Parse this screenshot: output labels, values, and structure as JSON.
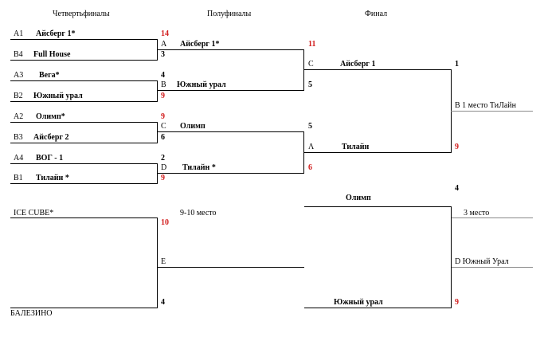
{
  "headers": {
    "quarterfinals": "Четвертьфиналы",
    "semifinals": "Полуфиналы",
    "final": "Финал"
  },
  "quarterfinals": [
    {
      "seed": "A1",
      "team": "Айсберг 1*",
      "score": "14",
      "winner": true
    },
    {
      "seed": "B4",
      "team": "Full House",
      "score": "3",
      "winner": false
    },
    {
      "seed": "A3",
      "team": "Вега*",
      "score": "4",
      "winner": false
    },
    {
      "seed": "B2",
      "team": "Южный урал",
      "score": "9",
      "winner": true
    },
    {
      "seed": "A2",
      "team": "Олимп*",
      "score": "9",
      "winner": true
    },
    {
      "seed": "B3",
      "team": "Айсберг 2",
      "score": "6",
      "winner": false
    },
    {
      "seed": "A4",
      "team": "ВОГ - 1",
      "score": "2",
      "winner": false
    },
    {
      "seed": "B1",
      "team": "Тилайн *",
      "score": "9",
      "winner": true
    }
  ],
  "semifinals": [
    {
      "slot": "A",
      "team": "Айсберг 1*",
      "score": "11",
      "winner": true
    },
    {
      "slot": "B",
      "team": "Южный урал",
      "score": "5",
      "winner": false
    },
    {
      "slot": "C",
      "team": "Олимп",
      "score": "5",
      "winner": false
    },
    {
      "slot": "D",
      "team": "Тилайн *",
      "score": "6",
      "winner": true
    }
  ],
  "final": [
    {
      "slot": "C",
      "team": "Айсберг 1",
      "score": "1",
      "winner": false
    },
    {
      "slot": "Λ",
      "team": "Тилайн",
      "score": "9",
      "winner": true
    }
  ],
  "champion": "B 1 место ТиЛайн",
  "third_place_match": {
    "team_top": "Олимп",
    "score_top": "4",
    "label": "3 место",
    "team_bottom": "Южный урал",
    "score_bottom": "9",
    "result": "D Южный Урал"
  },
  "ninth_place_match": {
    "team_top": "ICE CUBE*",
    "score_top": "10",
    "label": "9-10  место",
    "slot": "E",
    "team_bottom": "БАЛЕЗИНО",
    "score_bottom": "4"
  },
  "colors": {
    "winner_score": "#d21f1f",
    "lines": "#000000"
  }
}
